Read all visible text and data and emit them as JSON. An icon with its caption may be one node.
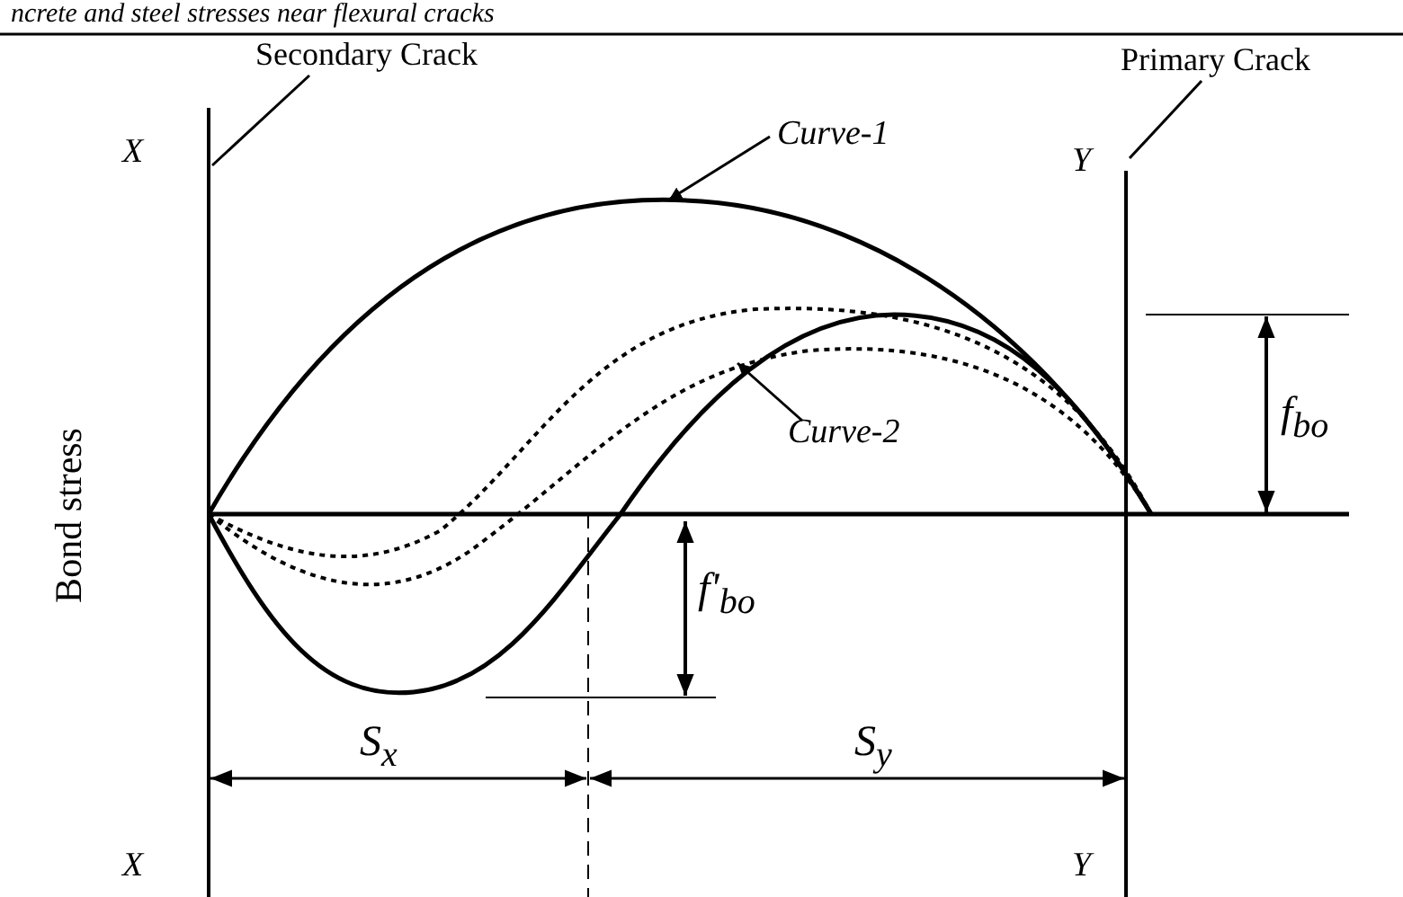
{
  "diagram": {
    "nodes": [
      {
        "text": [
          "Secondary Crack"
        ]
      },
      {
        "text": [
          "Primary Crack"
        ]
      },
      {
        "text": [
          "Curve-1"
        ]
      },
      {
        "text": [
          "Curve-2"
        ]
      }
    ],
    "edges": [
      {
        "from": 0,
        "to": null,
        "arrow": "none"
      },
      {
        "from": 1,
        "to": null,
        "arrow": "none"
      },
      {
        "from": 2,
        "to": null,
        "arrow": "to"
      },
      {
        "from": 3,
        "to": null,
        "arrow": "to"
      }
    ],
    "labels": [
      "ncrete and steel stresses near flexural cracks",
      "X",
      "Y",
      "f$_{bo}$",
      "Bond stress",
      "f'$_{bo}$",
      "S$_{x}$",
      "S$_{y}$",
      "X",
      "Y"
    ]
  }
}
